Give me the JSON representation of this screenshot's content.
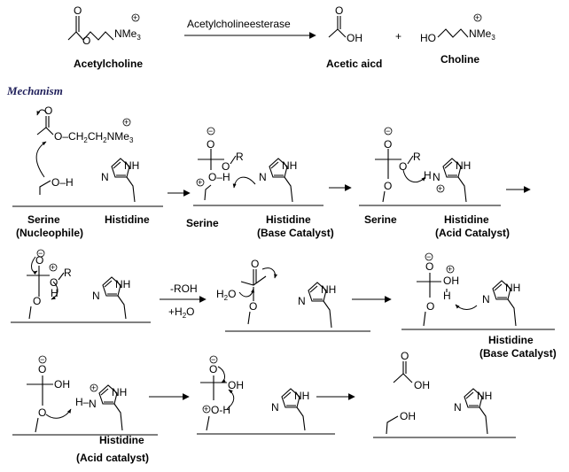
{
  "reaction": {
    "enzyme": "Acetylcholineesterase",
    "reactant": "Acetylcholine",
    "product_1": "Acetic aicd",
    "product_2": "Choline",
    "plus": "+",
    "nme3": "NMe",
    "nme3_sub": "3",
    "o": "O",
    "oh": "OH",
    "ho": "HO"
  },
  "mechanism": {
    "heading": "Mechanism",
    "row1": {
      "serine_1": "Serine",
      "nucleophile": "(Nucleophile)",
      "histidine_1": "Histidine",
      "serine_2": "Serine",
      "histidine_2": "Histidine",
      "base_catalyst": "(Base Catalyst)",
      "serine_3": "Serine",
      "histidine_3": "Histidine",
      "acid_catalyst": "(Acid Catalyst)",
      "chain_prefix": "O",
      "chain_mid": "CH",
      "chain_sub": "2",
      "chain_nme": "NMe",
      "oh_h": "O–H",
      "r": "R",
      "nh": "NH",
      "n": "N",
      "h_dash": "H"
    },
    "row2": {
      "minus_roh": "-ROH",
      "plus_h2o": "+H",
      "plus_h2o_sub": "2",
      "plus_h2o_o": "O",
      "h2o": "H",
      "h2o_sub": "2",
      "h2o_o": "O",
      "oh": "OH",
      "h": "H",
      "histidine": "Histidine",
      "base_catalyst": "(Base Catalyst)"
    },
    "row3": {
      "oh": "OH",
      "h": "H",
      "histidine": "Histidine",
      "acid_catalyst": "(Acid catalyst)",
      "o_h": "O-H"
    }
  },
  "symbols": {
    "plus_charge": "+",
    "minus_charge": "−"
  }
}
